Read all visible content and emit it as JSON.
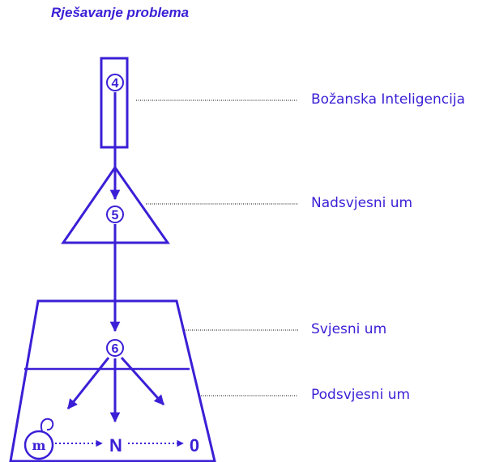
{
  "title": "Rješavanje problema",
  "levels": [
    {
      "number": "4",
      "label": "Božanska Inteligencija"
    },
    {
      "number": "5",
      "label": "Nadsvjesni um"
    },
    {
      "number": "6",
      "label": "Svjesni um"
    },
    {
      "label": "Podsvjesni um"
    }
  ],
  "bottom": {
    "circle_letter": "m",
    "middle_letter": "N",
    "end_letter": "0"
  },
  "colors": {
    "accent": "#3a1fd6",
    "leader_line": "#000000"
  }
}
